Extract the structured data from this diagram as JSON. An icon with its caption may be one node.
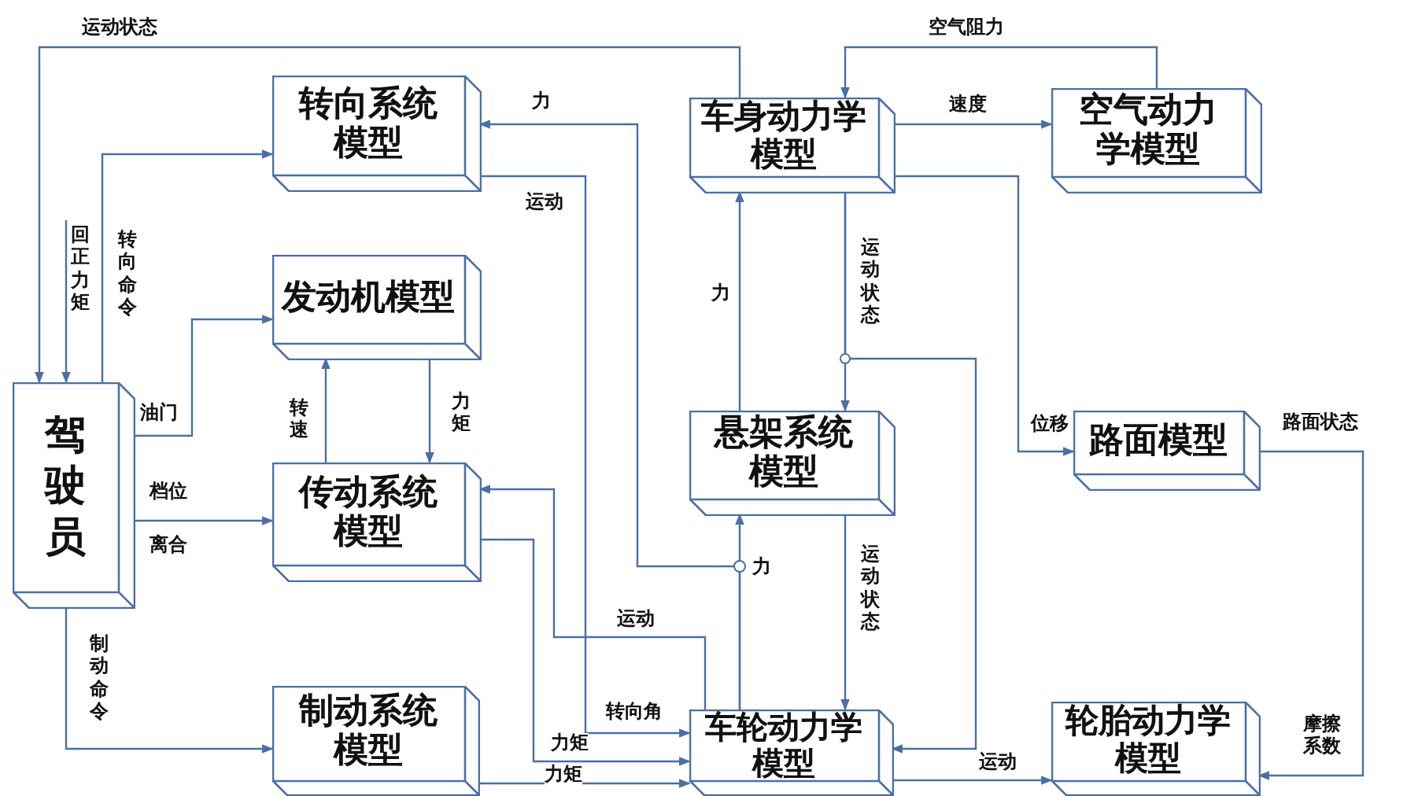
{
  "diagram": {
    "nodes": [
      {
        "text": [
          "转向系统模型"
        ]
      },
      {
        "text": [
          "车身动力学模型"
        ]
      },
      {
        "text": [
          "空气动力学模型"
        ]
      },
      {
        "text": [
          "发动机模型"
        ]
      },
      {
        "text": [
          "驾驶员"
        ]
      },
      {
        "text": [
          "悬架系统模型"
        ]
      },
      {
        "text": [
          "路面模型"
        ]
      },
      {
        "text": [
          "传动系统模型"
        ]
      },
      {
        "text": [
          "制动系统模型"
        ]
      },
      {
        "text": [
          "车轮动力学模型"
        ]
      },
      {
        "text": [
          "轮胎动力学模型"
        ]
      }
    ],
    "edges": [
      {
        "from": 1,
        "to": 4,
        "arrow": "to",
        "label": "运动状态"
      },
      {
        "from": null,
        "to": 4,
        "arrow": "to",
        "label": "回正力矩"
      },
      {
        "from": 4,
        "to": 0,
        "arrow": "to",
        "label": "转向命令"
      },
      {
        "from": 4,
        "to": 3,
        "arrow": "to",
        "label": "油门"
      },
      {
        "from": 4,
        "to": 7,
        "arrow": "to",
        "label": "档位"
      },
      {
        "from": 4,
        "to": 8,
        "arrow": "to",
        "label": "制动命令"
      },
      {
        "from": 7,
        "to": 3,
        "arrow": "to",
        "label": "转速"
      },
      {
        "from": 3,
        "to": 7,
        "arrow": "to",
        "label": "力矩"
      },
      {
        "from": 9,
        "to": 0,
        "arrow": "to",
        "label": "力"
      },
      {
        "from": 9,
        "to": 5,
        "arrow": "to",
        "label": "力"
      },
      {
        "from": 5,
        "to": 1,
        "arrow": "to",
        "label": "力"
      },
      {
        "from": 0,
        "to": 9,
        "arrow": "to",
        "label": "转向角"
      },
      {
        "from": 9,
        "to": 7,
        "arrow": "to",
        "label": "运动"
      },
      {
        "from": 7,
        "to": 9,
        "arrow": "to",
        "label": "力矩"
      },
      {
        "from": 8,
        "to": 9,
        "arrow": "to",
        "label": "力矩"
      },
      {
        "from": 1,
        "to": 5,
        "arrow": "to",
        "label": "运动状态"
      },
      {
        "from": 1,
        "to": 9,
        "arrow": "to"
      },
      {
        "from": 5,
        "to": 9,
        "arrow": "to",
        "label": "运动状态"
      },
      {
        "from": 9,
        "to": 10,
        "arrow": "to",
        "label": "运动"
      },
      {
        "from": 1,
        "to": 2,
        "arrow": "to",
        "label": "速度"
      },
      {
        "from": 2,
        "to": 1,
        "arrow": "to",
        "label": "空气阻力"
      },
      {
        "from": 1,
        "to": 6,
        "arrow": "to",
        "label": "位移"
      },
      {
        "from": 6,
        "to": 10,
        "arrow": "to",
        "label": "摩擦系数"
      }
    ],
    "labels": [
      "离合",
      "运动",
      "路面状态"
    ]
  }
}
